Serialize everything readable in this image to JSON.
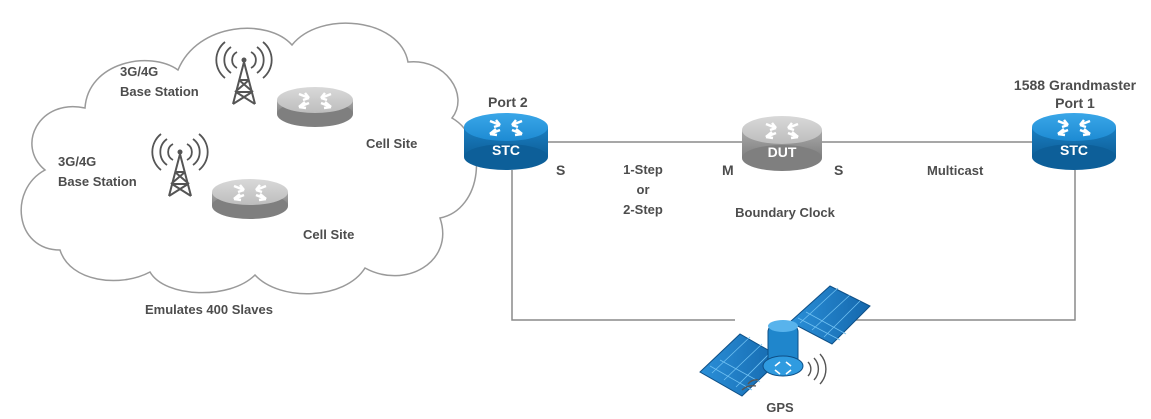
{
  "cloud": {
    "stations": [
      {
        "label_line1": "3G/4G",
        "label_line2": "Base Station"
      },
      {
        "label_line1": "3G/4G",
        "label_line2": "Base Station"
      }
    ],
    "cell_sites": [
      {
        "label": "Cell Site"
      },
      {
        "label": "Cell Site"
      }
    ],
    "caption": "Emulates 400 Slaves"
  },
  "stc_left": {
    "port_label": "Port 2",
    "box_text": "STC",
    "side_label": "S"
  },
  "link_left": {
    "line1": "1-Step",
    "line2": "or",
    "line3": "2-Step"
  },
  "dut": {
    "box_text": "DUT",
    "left_label": "M",
    "right_label": "S",
    "caption": "Boundary Clock"
  },
  "link_right": {
    "label": "Multicast"
  },
  "stc_right": {
    "title": "1588 Grandmaster",
    "port_label": "Port 1",
    "box_text": "STC"
  },
  "gps": {
    "label": "GPS"
  },
  "colors": {
    "stc_blue": "#1b8fd6",
    "stc_dark": "#0d5f99",
    "router_gray": "#a8a8a8",
    "line_gray": "#8a8a8a",
    "label_gray": "#4d4d4d",
    "cloud_stroke": "#9a9a9a"
  }
}
